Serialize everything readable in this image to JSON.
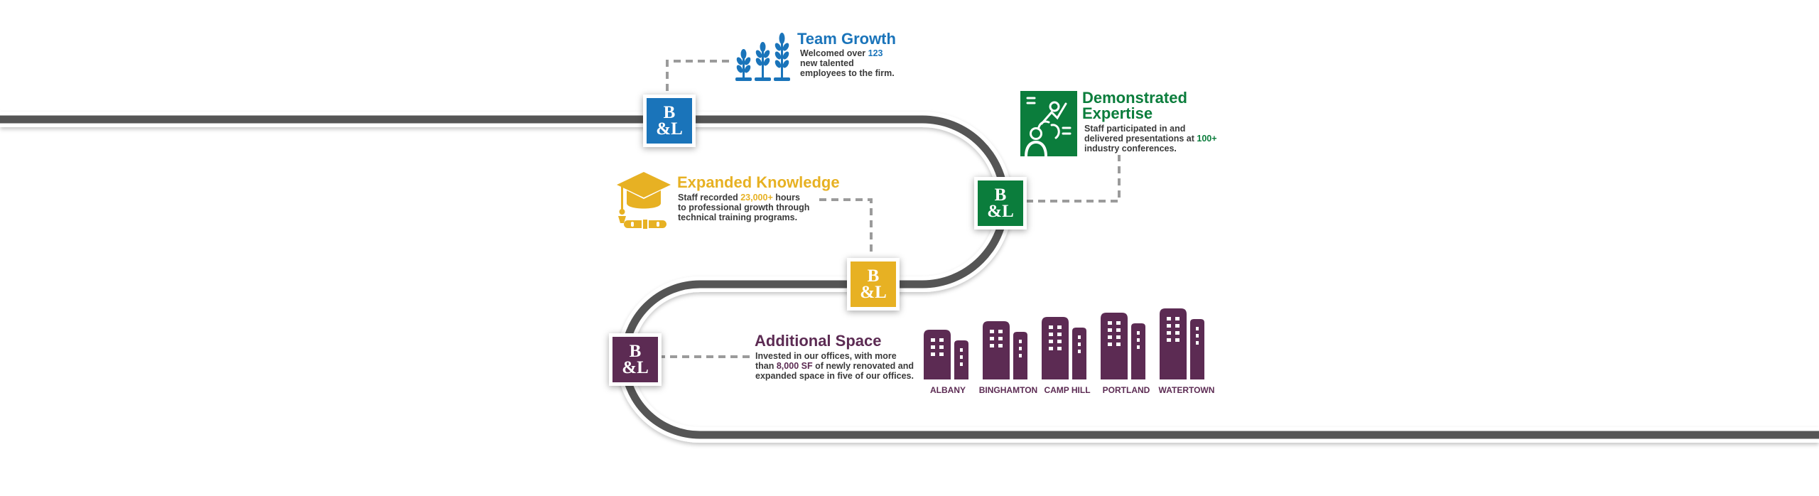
{
  "colors": {
    "road": "#555555",
    "connector": "#9b9b9b",
    "blue": "#1a74ba",
    "green": "#0b7d3c",
    "gold": "#e7b123",
    "plum": "#5c2b53"
  },
  "badge": {
    "top": "B",
    "bottom": "&L"
  },
  "milestones": {
    "team_growth": {
      "title": "Team Growth",
      "icon": "plant-sprouts-icon",
      "line1_pre": "Welcomed over ",
      "line1_value": "123",
      "line2": "new talented",
      "line3": "employees to the firm."
    },
    "demonstrated_expertise": {
      "title_line1": "Demonstrated",
      "title_line2": "Expertise",
      "icon": "presenter-board-icon",
      "line1": "Staff participated in and",
      "line2_pre": "delivered presentations at ",
      "line2_value": "100+",
      "line3": "industry conferences."
    },
    "expanded_knowledge": {
      "title": "Expanded Knowledge",
      "icon": "graduation-cap-diploma-icon",
      "line1_pre": "Staff recorded ",
      "line1_value": "23,000+",
      "line1_post": " hours",
      "line2": "to professional growth through",
      "line3": "technical training programs."
    },
    "additional_space": {
      "title": "Additional Space",
      "icon": "office-buildings-icon",
      "line1": "Invested in our offices, with more",
      "line2_pre": "than ",
      "line2_value": "8,000 SF",
      "line2_post": " of newly renovated and",
      "line3": "expanded space in five of our offices."
    }
  },
  "offices": [
    "ALBANY",
    "BINGHAMTON",
    "CAMP HILL",
    "PORTLAND",
    "WATERTOWN"
  ]
}
